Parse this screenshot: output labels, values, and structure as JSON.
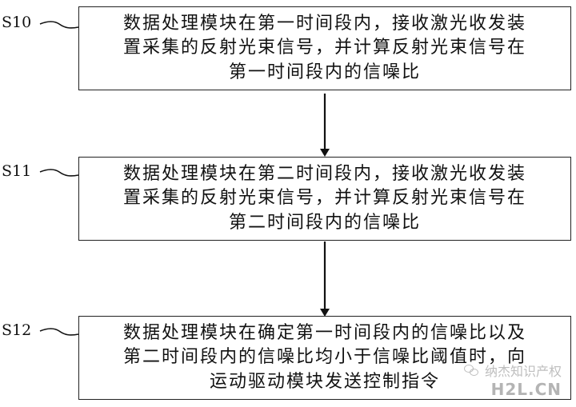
{
  "steps": [
    {
      "label": "S10",
      "lines": [
        "数据处理模块在第一时间段内，接收激光收发装",
        "置采集的反射光束信号，并计算反射光束信号在",
        "第一时间段内的信噪比"
      ]
    },
    {
      "label": "S11",
      "lines": [
        "数据处理模块在第二时间段内，接收激光收发装",
        "置采集的反射光束信号，并计算反射光束信号在",
        "第二时间段内的信噪比"
      ]
    },
    {
      "label": "S12",
      "lines": [
        "数据处理模块在确定第一时间段内的信噪比以及",
        "第二时间段内的信噪比均小于信噪比阈值时，向",
        "运动驱动模块发送控制指令"
      ]
    }
  ],
  "watermark": {
    "source": "纳杰知识产权",
    "site": "H2L.CN",
    "icon": "wechat-icon"
  },
  "colors": {
    "line": "#111111",
    "border": "#222222",
    "watermark": "#777777"
  }
}
